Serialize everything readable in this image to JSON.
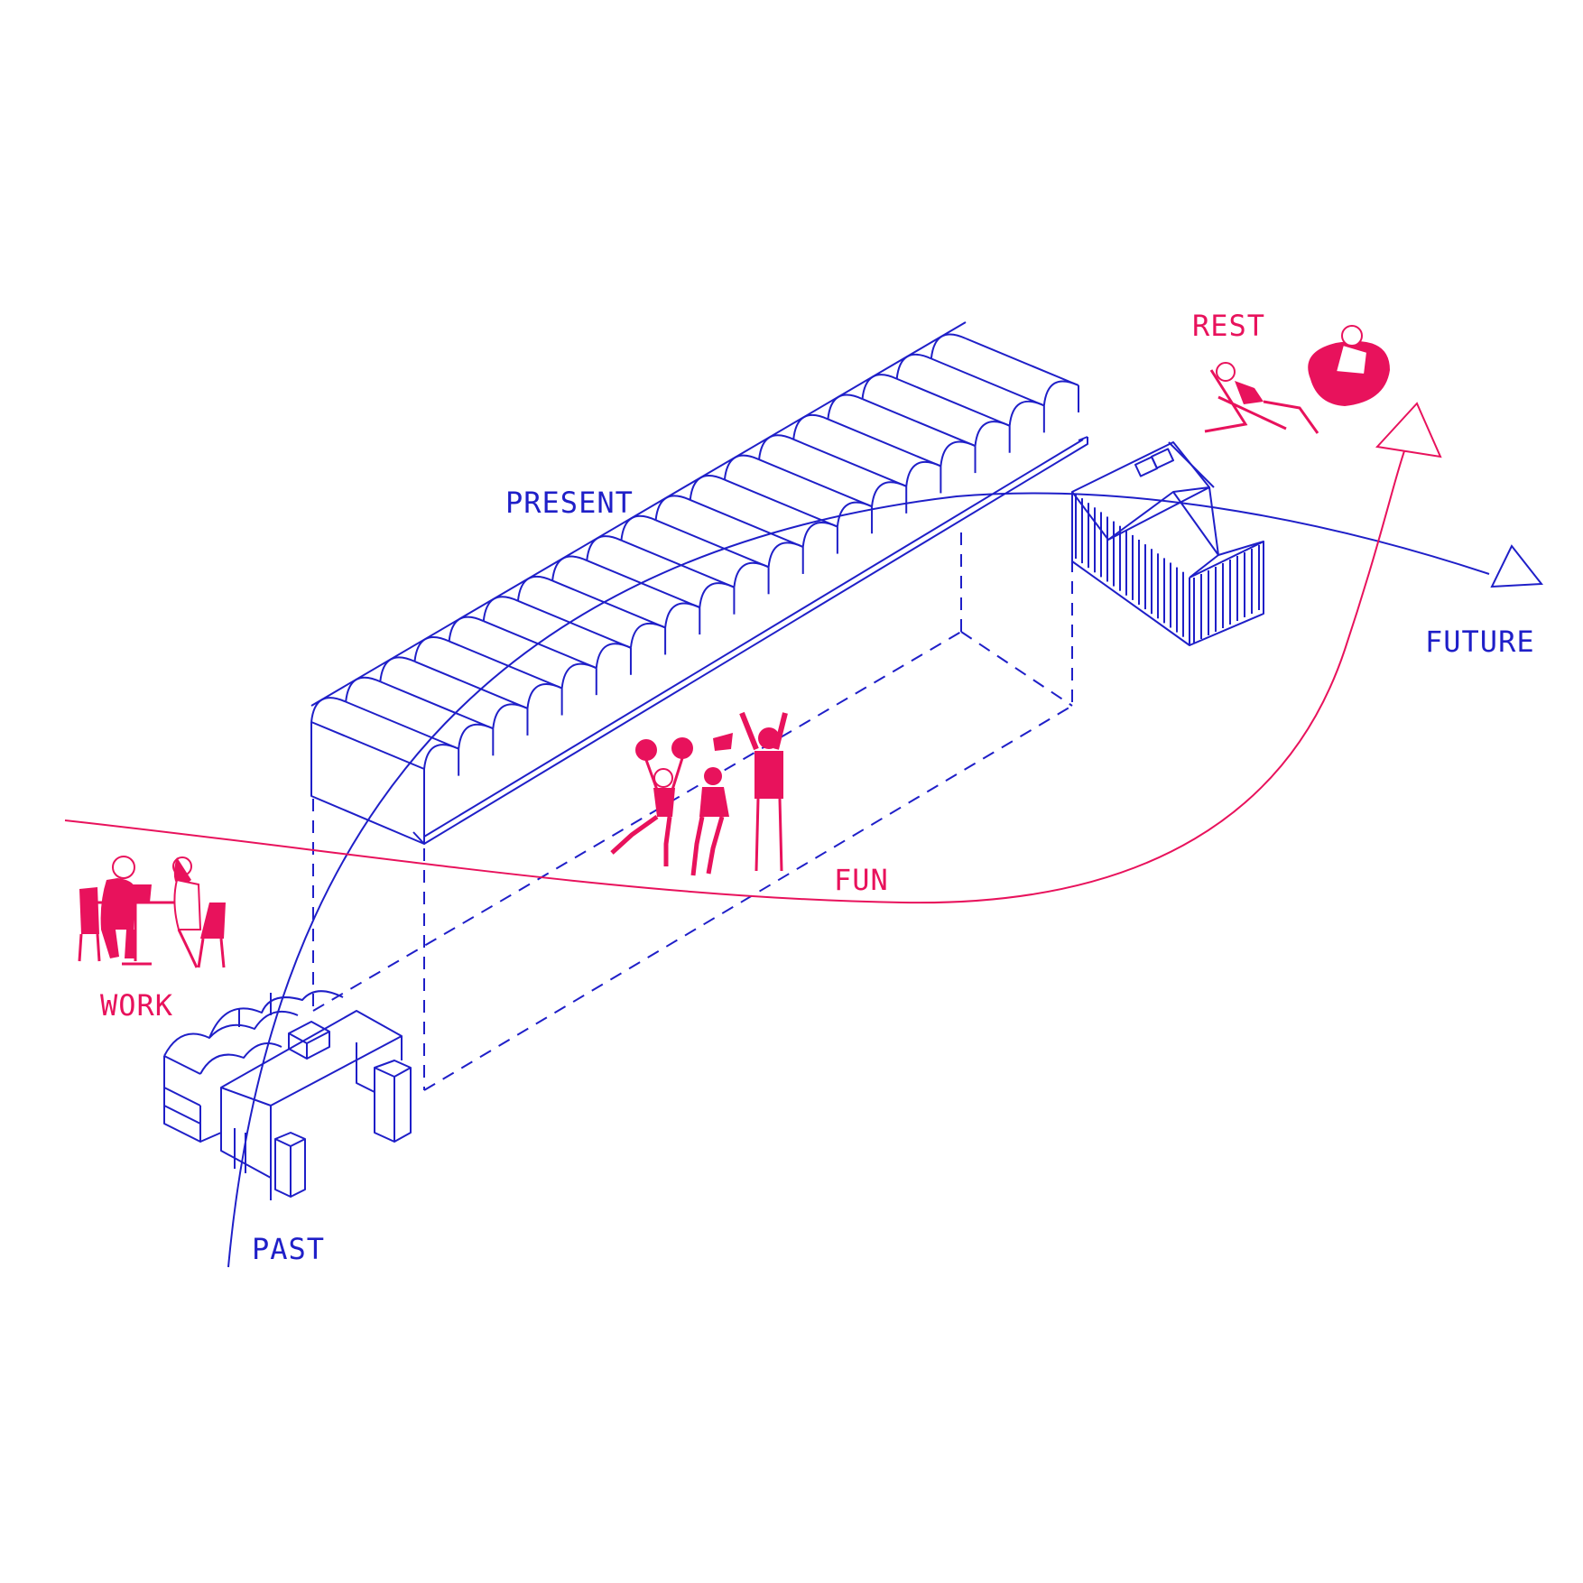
{
  "colors": {
    "blue": "#1f1fc8",
    "pink": "#e8125c",
    "background": "#ffffff"
  },
  "labels": {
    "present": "PRESENT",
    "future": "FUTURE",
    "past": "PAST",
    "fun": "FUN",
    "work": "WORK",
    "rest": "REST"
  },
  "icons": {
    "past_building": "past-building-icon",
    "present_building": "present-building-icon",
    "future_building": "future-building-icon",
    "work_people": "people-working-icon",
    "fun_people": "people-cheering-icon",
    "rest_people": "people-resting-icon",
    "time_arrow": "blue-time-arrow-icon",
    "mood_arrow": "pink-mood-arrow-icon"
  }
}
